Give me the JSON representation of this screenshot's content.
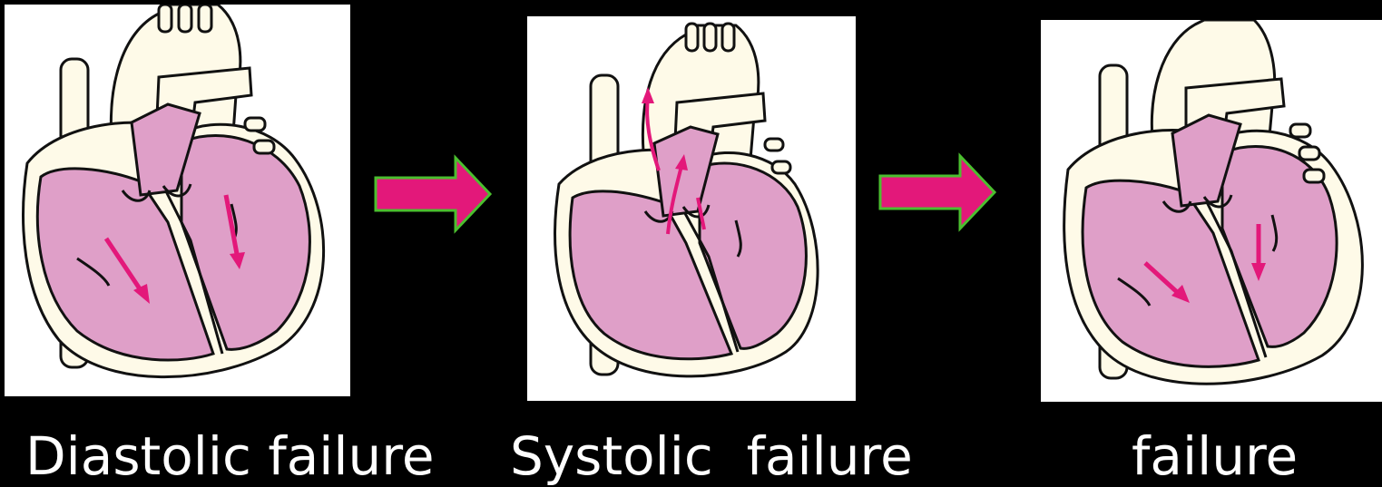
{
  "stages": [
    {
      "id": "diastolic",
      "caption": "Diastolic failure"
    },
    {
      "id": "systolic",
      "caption": "Systolic  failure"
    },
    {
      "id": "third",
      "caption": "failure"
    }
  ],
  "colors": {
    "background": "#000000",
    "panel": "#ffffff",
    "chamber": "#df9fc8",
    "wall": "#fefae8",
    "outline": "#111111",
    "flow_arrow": "#e3187a",
    "transition_arrow_fill": "#e3187a",
    "transition_arrow_border": "#4bbf2f"
  },
  "icons": [
    "heart-illustration",
    "transition-arrow",
    "blood-flow-arrow"
  ]
}
